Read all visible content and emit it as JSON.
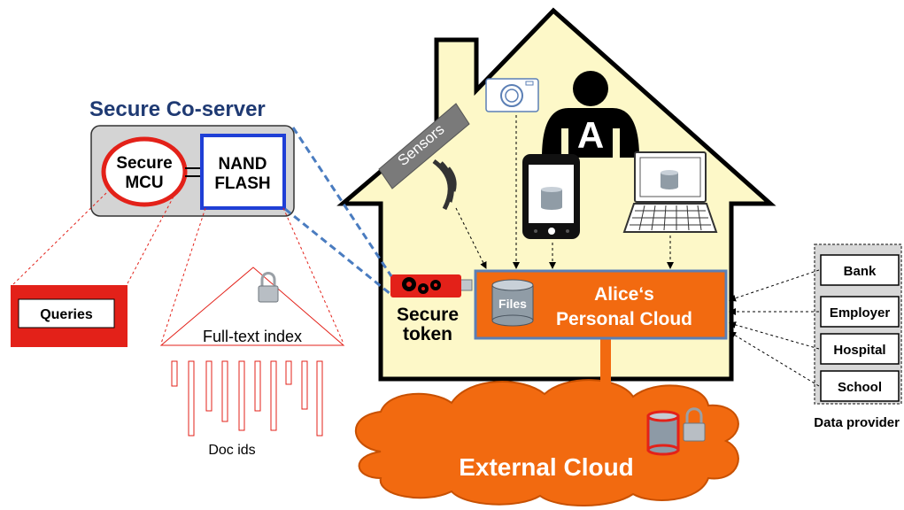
{
  "title": "Secure Co-server",
  "coserver": {
    "mcu_line1": "Secure",
    "mcu_line2": "MCU",
    "flash_line1": "NAND",
    "flash_line2": "FLASH"
  },
  "queries_label": "Queries",
  "index_label": "Full-text index",
  "docids_label": "Doc ids",
  "sensors_label": "Sensors",
  "user_letter": "A",
  "token": {
    "line1": "Secure",
    "line2": "token"
  },
  "personal_cloud": {
    "line1": "Alice‘s",
    "line2": "Personal Cloud",
    "files_label": "Files"
  },
  "external_cloud_label": "External Cloud",
  "providers": {
    "items": [
      "Bank",
      "Employer",
      "Hospital",
      "School"
    ],
    "caption": "Data provider"
  },
  "colors": {
    "house_fill": "#fdf8c8",
    "orange": "#f26a10",
    "red": "#e32119",
    "blue": "#1f3fd6",
    "navy": "#1f3a73",
    "dashed_blue": "#4a7cc0"
  }
}
